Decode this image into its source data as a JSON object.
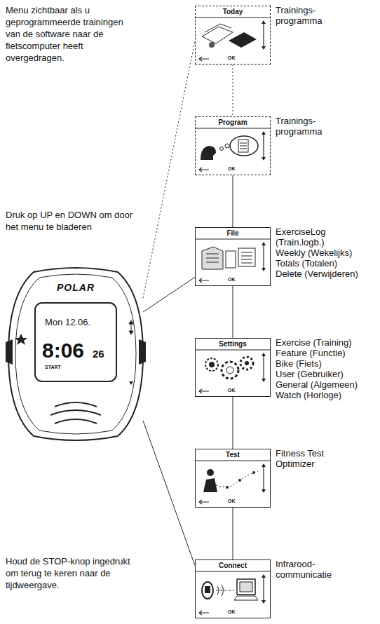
{
  "diagram": {
    "nodes": [
      {
        "text": [
          "Today",
          "Trainings- programma"
        ]
      },
      {
        "text": [
          "Program",
          "Trainings- programma"
        ]
      },
      {
        "text": [
          "File",
          "ExerciseLog (Train.logb.)",
          "Weekly (Wekelijks)",
          "Totals (Totalen)",
          "Delete (Verwijderen)"
        ]
      },
      {
        "text": [
          "Settings",
          "Exercise (Training)",
          "Feature (Functie)",
          "Bike (Fiets)",
          "User (Gebruiker)",
          "General (Algemeen)",
          "Watch (Horloge)"
        ]
      },
      {
        "text": [
          "Test",
          "Fitness Test",
          "Optimizer"
        ]
      },
      {
        "text": [
          "Connect",
          "Infrarood- communicatie"
        ]
      },
      {
        "text": [
          "POLAR",
          "Mon 12.06.",
          "8:06",
          "26",
          "START"
        ]
      }
    ],
    "edges": [
      {
        "from": 0,
        "to": 1,
        "arrow": "none"
      },
      {
        "from": 1,
        "to": 2,
        "arrow": "none"
      },
      {
        "from": 2,
        "to": 3,
        "arrow": "none"
      },
      {
        "from": 3,
        "to": 4,
        "arrow": "none"
      },
      {
        "from": 4,
        "to": 5,
        "arrow": "none"
      },
      {
        "from": 6,
        "to": 0,
        "arrow": "none"
      },
      {
        "from": 6,
        "to": 2,
        "arrow": "none"
      },
      {
        "from": 6,
        "to": 5,
        "arrow": "none"
      }
    ],
    "labels": [
      "Menu zichtbaar als u geprogrammeerde trainingen van de software naar de fietscomputer heeft overgedragen.",
      "Druk op UP en DOWN om door het menu te bladeren",
      "Houd de STOP-knop ingedrukt om terug te keren naar de tijdweergave.",
      "OK",
      "OK",
      "OK",
      "OK",
      "OK",
      "OK"
    ]
  }
}
